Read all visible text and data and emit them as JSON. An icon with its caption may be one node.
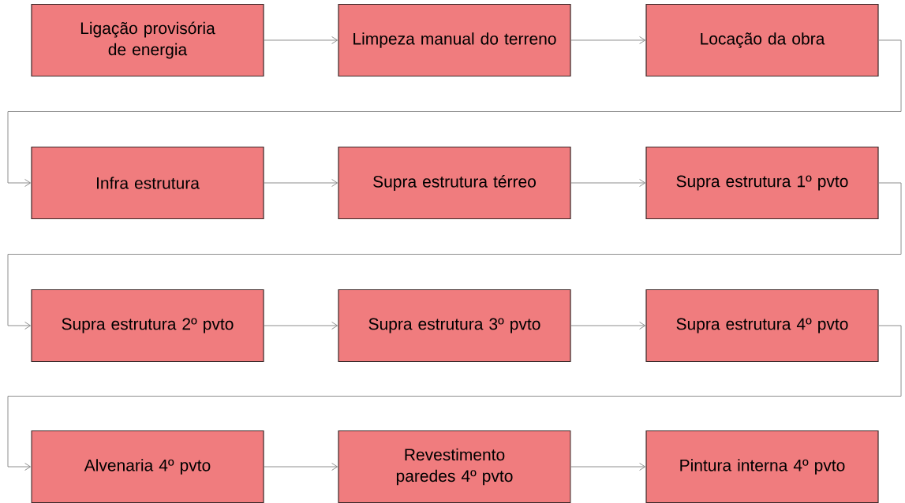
{
  "diagram": {
    "nodes": [
      {
        "text": [
          "Ligação provisória de energia"
        ]
      },
      {
        "text": [
          "Limpeza manual do terreno"
        ]
      },
      {
        "text": [
          "Locação da obra"
        ]
      },
      {
        "text": [
          "Infra estrutura"
        ]
      },
      {
        "text": [
          "Supra estrutura térreo"
        ]
      },
      {
        "text": [
          "Supra estrutura 1º pvto"
        ]
      },
      {
        "text": [
          "Supra estrutura 2º pvto"
        ]
      },
      {
        "text": [
          "Supra estrutura 3º pvto"
        ]
      },
      {
        "text": [
          "Supra estrutura 4º pvto"
        ]
      },
      {
        "text": [
          "Alvenaria 4º pvto"
        ]
      },
      {
        "text": [
          "Revestimento paredes 4º pvto"
        ]
      },
      {
        "text": [
          "Pintura interna 4º pvto"
        ]
      }
    ],
    "edges": [
      {
        "from": 0,
        "to": 1,
        "arrow": "to"
      },
      {
        "from": 1,
        "to": 2,
        "arrow": "to"
      },
      {
        "from": 2,
        "to": 3,
        "arrow": "to"
      },
      {
        "from": 3,
        "to": 4,
        "arrow": "to"
      },
      {
        "from": 4,
        "to": 5,
        "arrow": "to"
      },
      {
        "from": 5,
        "to": 6,
        "arrow": "to"
      },
      {
        "from": 6,
        "to": 7,
        "arrow": "to"
      },
      {
        "from": 7,
        "to": 8,
        "arrow": "to"
      },
      {
        "from": 8,
        "to": 9,
        "arrow": "to"
      },
      {
        "from": 9,
        "to": 10,
        "arrow": "to"
      },
      {
        "from": 10,
        "to": 11,
        "arrow": "to"
      }
    ]
  }
}
